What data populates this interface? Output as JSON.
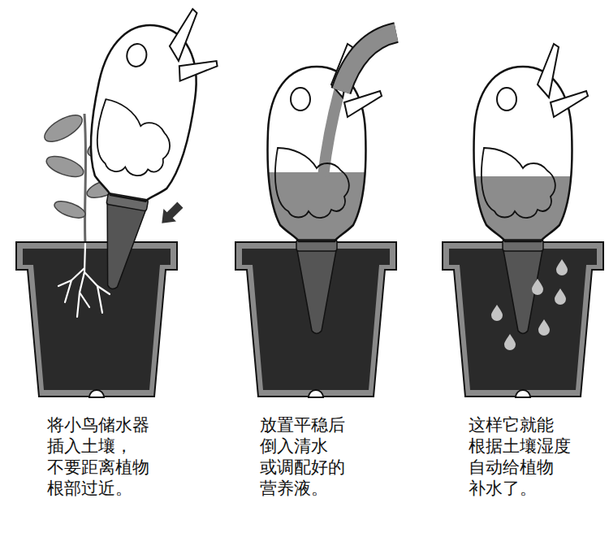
{
  "diagram": {
    "labels": [
      "将小鸟储水器 插入土壤， 不要距离植物 根部过近。",
      "放置平稳后 倒入清水 或调配好的 营养液。",
      "这样它就能 根据土壤湿度 自动给植物 补水了。"
    ]
  }
}
